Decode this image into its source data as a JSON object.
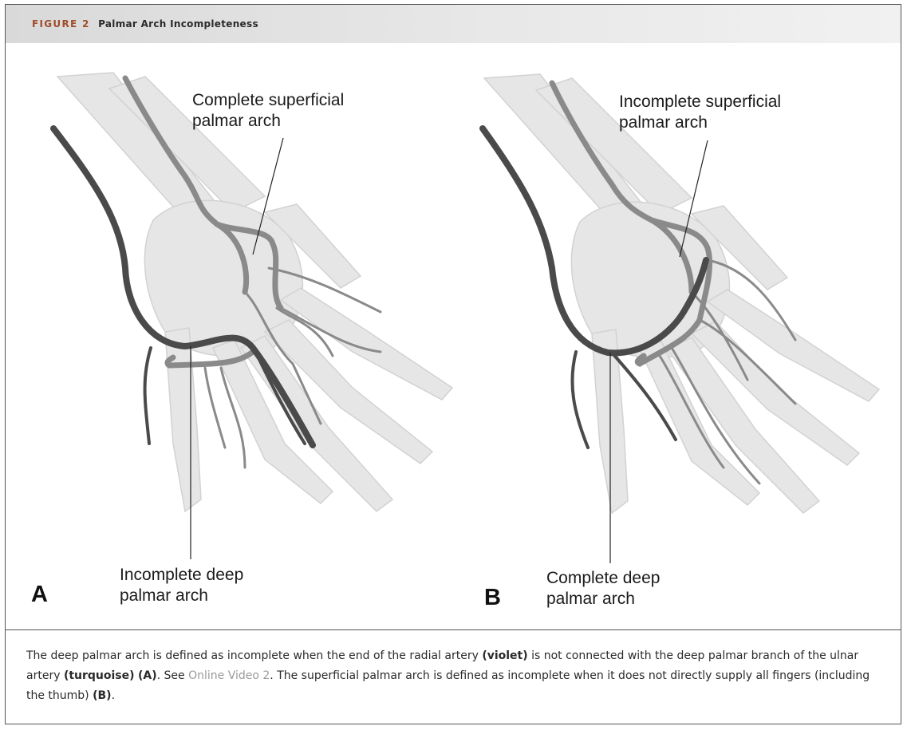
{
  "figure": {
    "number_label": "FIGURE 2",
    "title": "Palmar Arch Incompleteness"
  },
  "panels": {
    "a": {
      "letter": "A",
      "label_top": [
        "Complete superficial",
        "palmar arch"
      ],
      "label_bottom": [
        "Incomplete deep",
        "palmar arch"
      ]
    },
    "b": {
      "letter": "B",
      "label_top": [
        "Incomplete superficial",
        "palmar arch"
      ],
      "label_bottom": [
        "Complete deep",
        "palmar arch"
      ]
    }
  },
  "colors": {
    "radial_artery": "#4a4a4a",
    "ulnar_artery": "#8a8a8a",
    "bone": "#e6e6e6",
    "bone_outline": "#d2d2d2"
  },
  "caption": {
    "part1": "The deep palmar arch is defined as incomplete when the end of the radial artery ",
    "violet": "(violet)",
    "part2": " is not connected with the deep palmar branch of the ulnar artery ",
    "turquoise": "(turquoise)",
    "ref_a": "(A)",
    "part3": ". See ",
    "link": "Online Video 2",
    "part4": ". The superficial palmar arch is defined as incomplete when it does not directly supply all fingers (including the thumb) ",
    "ref_b": "(B)",
    "part5": "."
  }
}
